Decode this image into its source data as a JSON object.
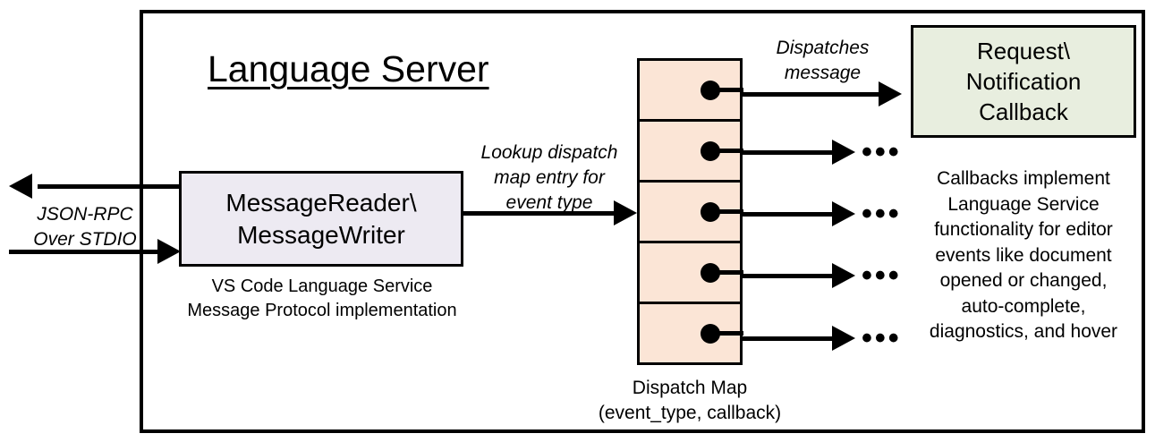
{
  "diagram": {
    "title": "Language Server",
    "frame_label": "language-server-boundary"
  },
  "external_interface": {
    "label_line1": "JSON-RPC",
    "label_line2": "Over STDIO"
  },
  "reader": {
    "title_line1": "MessageReader\\",
    "title_line2": "MessageWriter",
    "caption_line1": "VS Code Language Service",
    "caption_line2": "Message Protocol implementation",
    "fill": "#EDEAF2"
  },
  "lookup": {
    "line1": "Lookup dispatch",
    "line2": "map entry for",
    "line3": "event type"
  },
  "dispatch_map": {
    "caption_line1": "Dispatch Map",
    "caption_line2": "(event_type, callback)",
    "fill": "#FBE5D6",
    "rows": [
      {
        "id": "row-1",
        "dot": "entry-dot"
      },
      {
        "id": "row-2",
        "dot": "entry-dot"
      },
      {
        "id": "row-3",
        "dot": "entry-dot"
      },
      {
        "id": "row-4",
        "dot": "entry-dot"
      },
      {
        "id": "row-5",
        "dot": "entry-dot"
      }
    ]
  },
  "dispatch_label": {
    "line1": "Dispatches",
    "line2": "message"
  },
  "callback": {
    "title_line1": "Request\\",
    "title_line2": "Notification",
    "title_line3": "Callback",
    "fill": "#E8EEDF",
    "caption_line1": "Callbacks implement",
    "caption_line2": "Language Service",
    "caption_line3": "functionality for editor",
    "caption_line4": "events like document",
    "caption_line5": "opened or changed,",
    "caption_line6": "auto-complete,",
    "caption_line7": "diagnostics, and hover"
  },
  "ellipses": {
    "glyph": "•••"
  },
  "colors": {
    "stroke": "#000000",
    "background": "#FFFFFF"
  }
}
